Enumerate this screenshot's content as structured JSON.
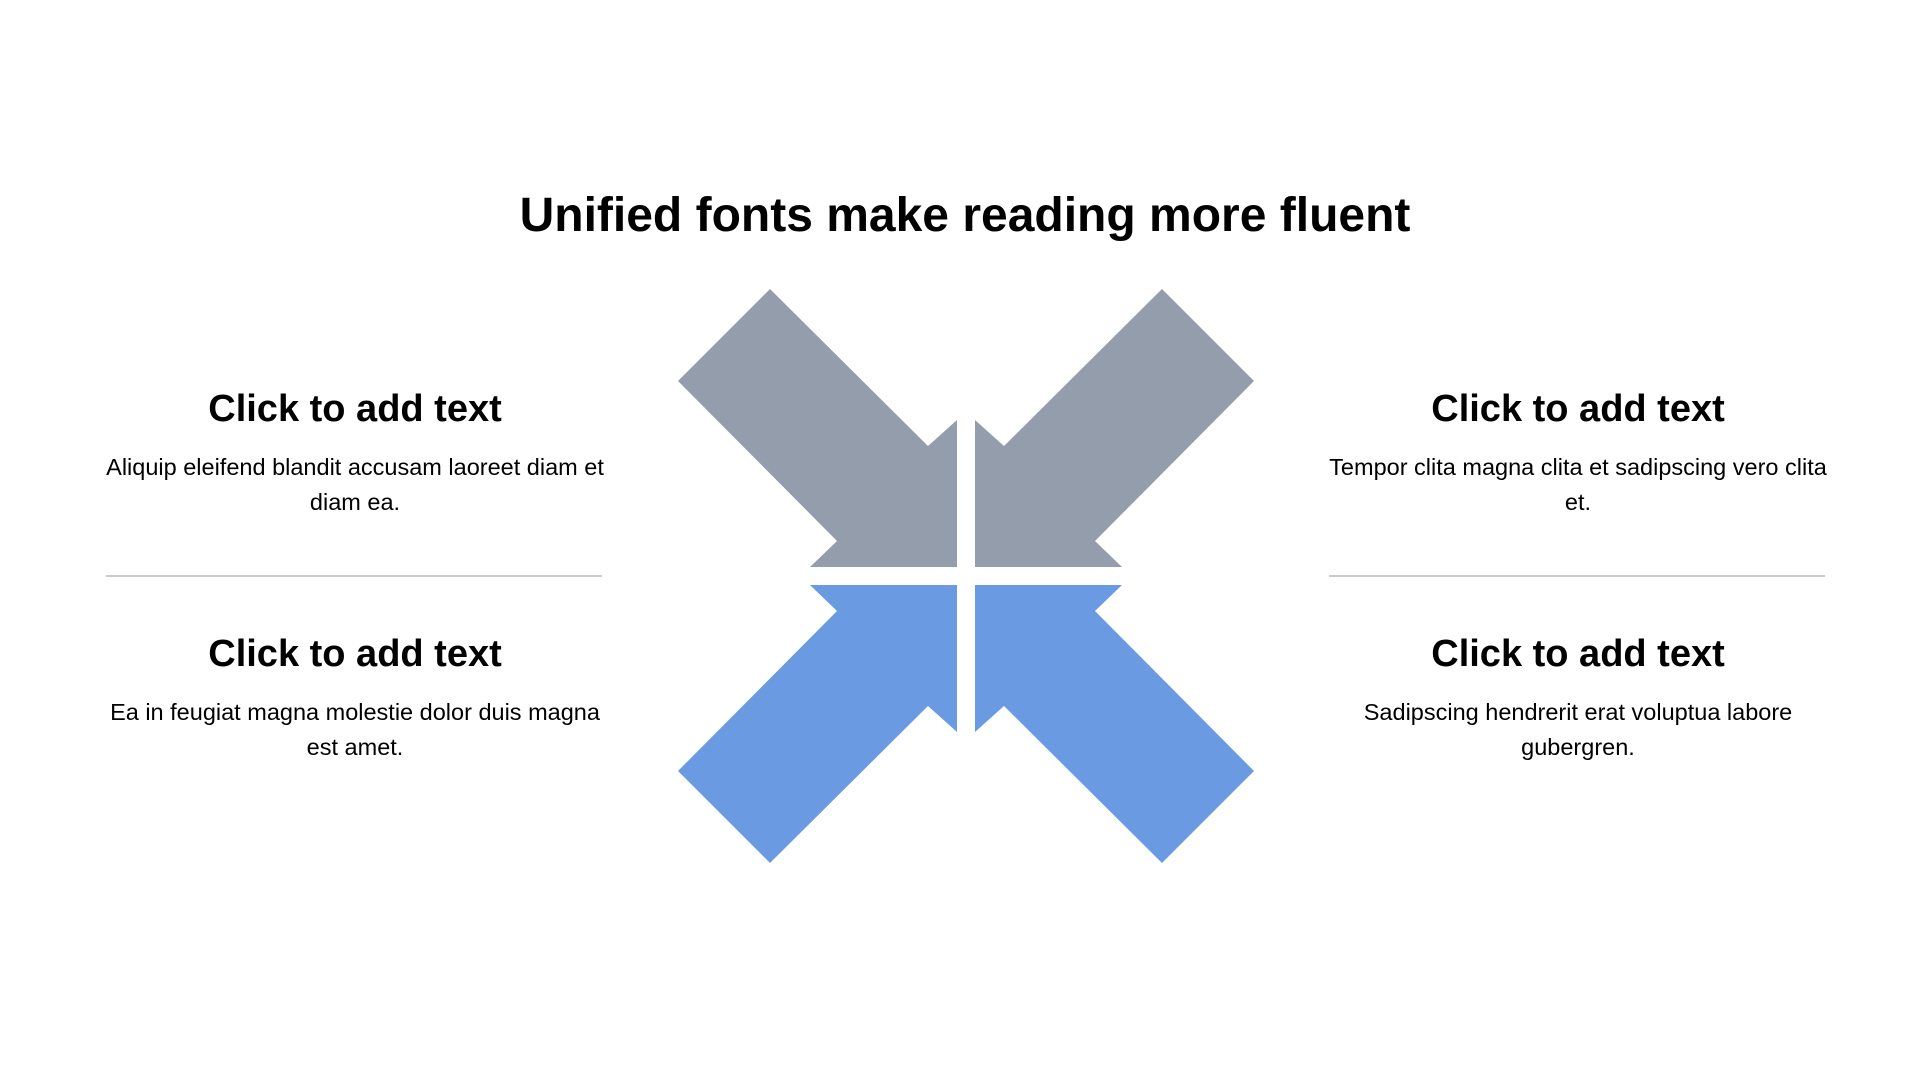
{
  "slide": {
    "title": "Unified fonts make reading more fluent",
    "blocks": [
      {
        "heading": "Click to add text",
        "body": "Aliquip eleifend blandit accusam laoreet diam et diam ea."
      },
      {
        "heading": "Click to add text",
        "body": "Ea in feugiat magna molestie dolor duis magna est amet."
      },
      {
        "heading": "Click to add text",
        "body": "Tempor clita magna clita et sadipscing vero clita et."
      },
      {
        "heading": "Click to add text",
        "body": "Sadipscing hendrerit erat voluptua labore gubergren."
      }
    ]
  },
  "arrows": {
    "top_color": "#949dab",
    "bottom_color": "#6a9be2",
    "icons": [
      "arrow-top-left-icon",
      "arrow-top-right-icon",
      "arrow-bottom-left-icon",
      "arrow-bottom-right-icon"
    ]
  },
  "colors": {
    "divider": "#c7cbd1",
    "text": "#000000",
    "background": "#ffffff"
  }
}
